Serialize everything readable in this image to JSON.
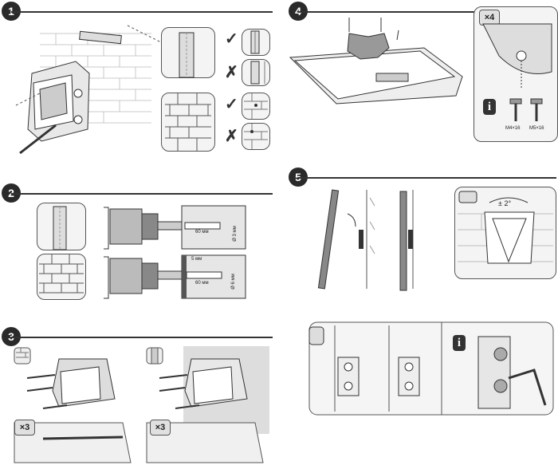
{
  "steps": [
    {
      "number": "1"
    },
    {
      "number": "2"
    },
    {
      "number": "3"
    },
    {
      "number": "4"
    },
    {
      "number": "5"
    }
  ],
  "marks": {
    "check": "✓",
    "cross": "✗"
  },
  "step2": {
    "depth_label_top": "60 мм",
    "dia_label_top": "Ø 3 мм",
    "gap_label": "5 мм",
    "depth_label_bottom": "60 мм",
    "dia_label_bottom": "Ø 6 мм"
  },
  "step3": {
    "qty_left": "×3",
    "qty_right": "×3"
  },
  "step4": {
    "qty": "×4",
    "info": "i",
    "screw_a": "M4×16",
    "screw_b": "M5×16"
  },
  "step5": {
    "tilt": "± 2°",
    "info": "i"
  }
}
